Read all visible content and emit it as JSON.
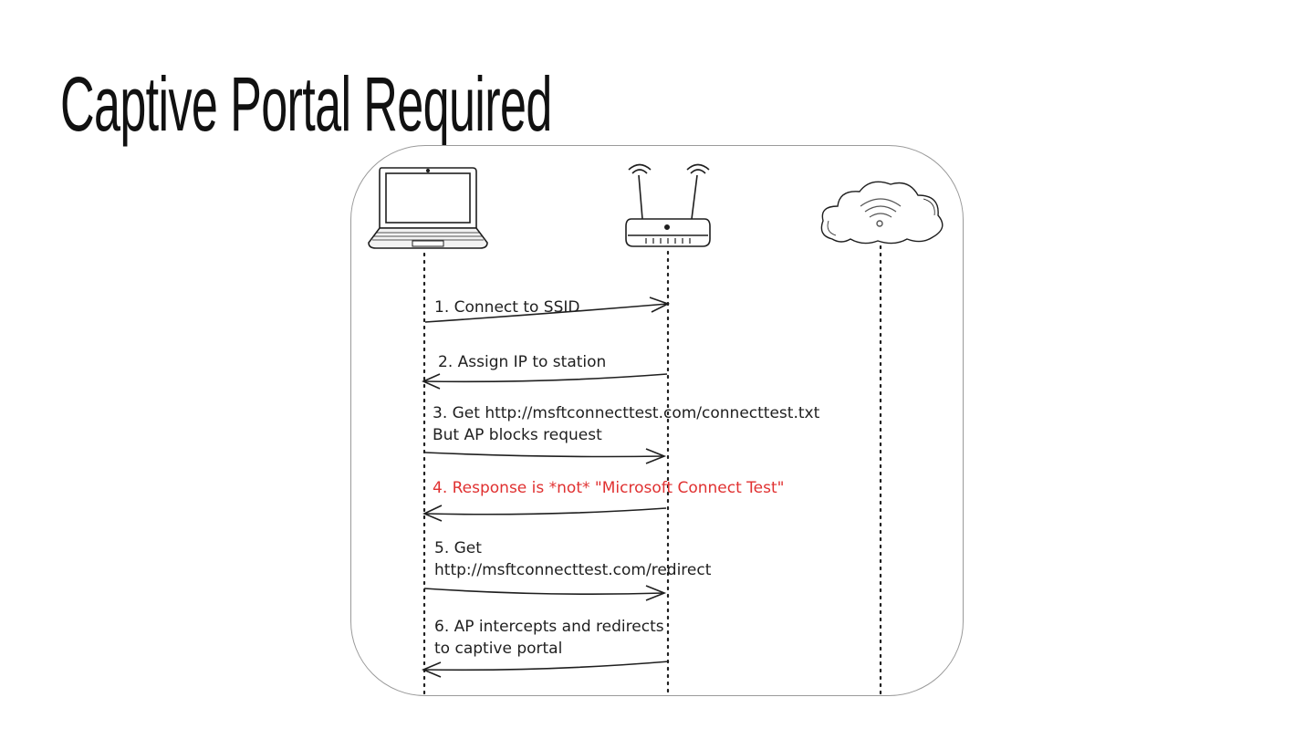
{
  "slide": {
    "title": "Captive Portal Required"
  },
  "diagram": {
    "participants": [
      "laptop-icon",
      "wifi-router-icon",
      "cloud-wifi-icon"
    ],
    "colors": {
      "line": "#1f1f1f",
      "alert": "#e03131",
      "frame": "#9a9a9a"
    },
    "messages": [
      {
        "step": 1,
        "lines": [
          "1. Connect to SSID"
        ],
        "from": "laptop",
        "to": "router",
        "alert": false
      },
      {
        "step": 2,
        "lines": [
          "2. Assign IP to station"
        ],
        "from": "router",
        "to": "laptop",
        "alert": false
      },
      {
        "step": 3,
        "lines": [
          "3. Get http://msftconnecttest.com/connecttest.txt",
          "But AP blocks request"
        ],
        "from": "laptop",
        "to": "router",
        "alert": false
      },
      {
        "step": 4,
        "lines": [
          "4. Response is *not* \"Microsoft Connect Test\""
        ],
        "from": "router",
        "to": "laptop",
        "alert": true
      },
      {
        "step": 5,
        "lines": [
          "5. Get",
          "http://msftconnecttest.com/redirect"
        ],
        "from": "laptop",
        "to": "router",
        "alert": false
      },
      {
        "step": 6,
        "lines": [
          "6. AP intercepts and redirects",
          "to captive portal"
        ],
        "from": "router",
        "to": "laptop",
        "alert": false
      }
    ]
  }
}
